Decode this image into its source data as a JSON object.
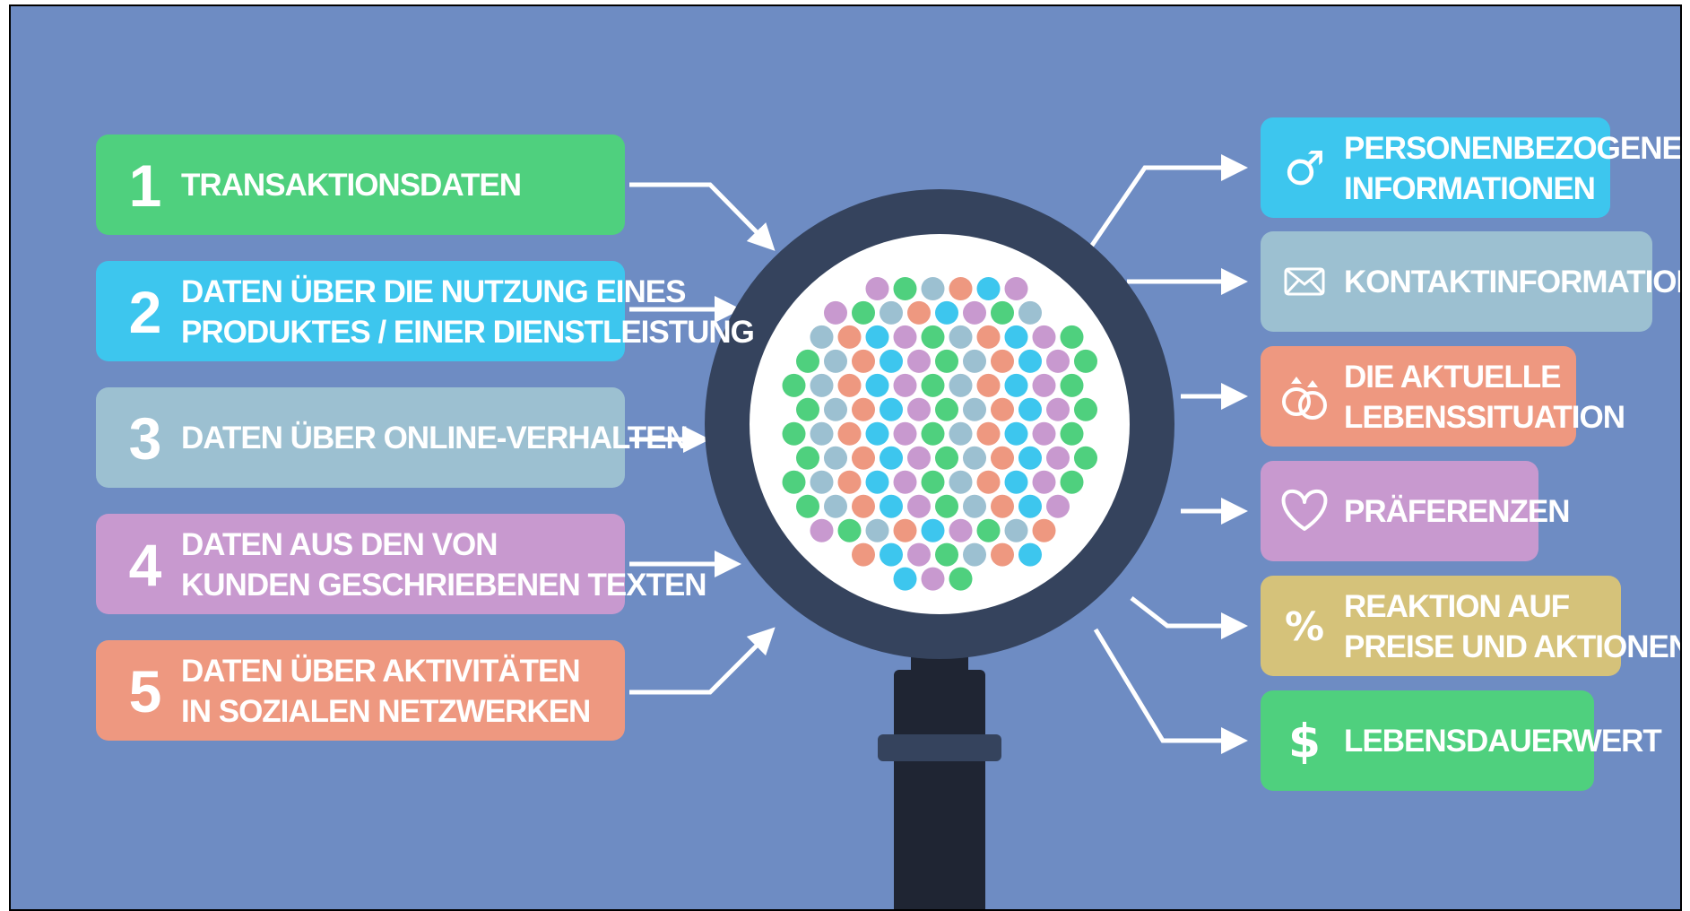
{
  "colors": {
    "background": "#6e8cc3",
    "green": "#4fd07e",
    "cyan": "#3dc6ee",
    "grey_blue": "#9cc0d1",
    "purple": "#c899cf",
    "salmon": "#ee9880",
    "khaki": "#d5c27a",
    "lens_frame": "#35435d",
    "handle": "#1f2533"
  },
  "inputs": [
    {
      "number": "1",
      "lines": [
        "TRANSAKTIONSDATEN"
      ],
      "color": "#4fd07e"
    },
    {
      "number": "2",
      "lines": [
        "DATEN ÜBER DIE NUTZUNG EINES",
        "PRODUKTES / EINER DIENSTLEISTUNG"
      ],
      "color": "#3dc6ee"
    },
    {
      "number": "3",
      "lines": [
        "DATEN ÜBER ONLINE-VERHALTEN"
      ],
      "color": "#9cc0d1"
    },
    {
      "number": "4",
      "lines": [
        "DATEN AUS DEN VON",
        "KUNDEN GESCHRIEBENEN TEXTEN"
      ],
      "color": "#c899cf"
    },
    {
      "number": "5",
      "lines": [
        "DATEN ÜBER AKTIVITÄTEN",
        "IN SOZIALEN NETZWERKEN"
      ],
      "color": "#ee9880"
    }
  ],
  "outputs": [
    {
      "icon": "male-symbol-icon",
      "lines": [
        "PERSONENBEZOGENE",
        "INFORMATIONEN"
      ],
      "color": "#3dc6ee"
    },
    {
      "icon": "envelope-icon",
      "lines": [
        "KONTAKTINFORMATIONEN"
      ],
      "color": "#9cc0d1"
    },
    {
      "icon": "wedding-rings-icon",
      "lines": [
        "DIE AKTUELLE",
        "LEBENSSITUATION"
      ],
      "color": "#ee9880"
    },
    {
      "icon": "heart-icon",
      "lines": [
        "PRÄFERENZEN"
      ],
      "color": "#c899cf"
    },
    {
      "icon": "percent-icon",
      "lines": [
        "REAKTION AUF",
        "PREISE UND AKTIONEN"
      ],
      "color": "#d5c27a"
    },
    {
      "icon": "dollar-icon",
      "lines": [
        "LEBENSDAUERWERT"
      ],
      "color": "#4fd07e"
    }
  ],
  "icon_glyphs": {
    "male-symbol-icon": "♂",
    "percent-icon": "%",
    "dollar-icon": "$"
  },
  "dot_palette": [
    "#4fd07e",
    "#3dc6ee",
    "#9cc0d1",
    "#c899cf",
    "#ee9880"
  ]
}
